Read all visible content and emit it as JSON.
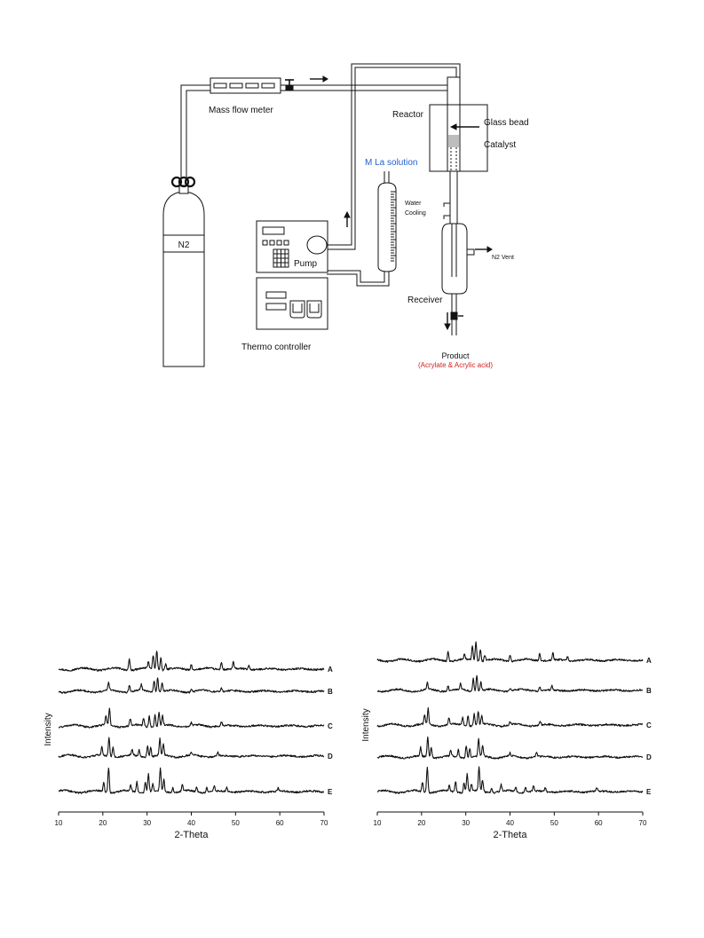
{
  "diagram": {
    "labels": {
      "mass_flow_meter": "Mass flow meter",
      "reactor": "Reactor",
      "glass_bead": "Glass bead",
      "catalyst": "Catalyst",
      "solution": "M La solution",
      "water_cooling_1": "Water",
      "water_cooling_2": "Cooling",
      "n2_vent": "N2 Vent",
      "n2": "N2",
      "pump": "Pump",
      "receiver": "Receiver",
      "thermo_controller": "Thermo controller",
      "product": "Product",
      "product_detail": "(Acrylate & Acrylic acid)"
    },
    "colors": {
      "solution": "#1f5fd0",
      "product_detail": "#d42020"
    }
  },
  "chart_data": [
    {
      "type": "line",
      "xlabel": "2-Theta",
      "ylabel": "Intensity",
      "xlim": [
        10,
        70
      ],
      "xticks": [
        10,
        20,
        30,
        40,
        50,
        60,
        70
      ],
      "series": [
        {
          "name": "A",
          "peaks": [
            [
              26,
              0.55
            ],
            [
              30.3,
              0.35
            ],
            [
              31.4,
              0.7
            ],
            [
              32.2,
              1.0
            ],
            [
              33.1,
              0.65
            ],
            [
              34.2,
              0.3
            ],
            [
              40,
              0.3
            ],
            [
              46.8,
              0.4
            ],
            [
              49.5,
              0.35
            ],
            [
              53,
              0.2
            ]
          ]
        },
        {
          "name": "B",
          "peaks": [
            [
              21.3,
              0.4
            ],
            [
              26,
              0.35
            ],
            [
              28.7,
              0.3
            ],
            [
              31.6,
              0.6
            ],
            [
              32.4,
              0.75
            ],
            [
              33.4,
              0.45
            ],
            [
              40,
              0.15
            ],
            [
              46.8,
              0.2
            ]
          ]
        },
        {
          "name": "C",
          "peaks": [
            [
              20.7,
              0.5
            ],
            [
              21.5,
              0.85
            ],
            [
              26.2,
              0.35
            ],
            [
              29.2,
              0.4
            ],
            [
              30.5,
              0.55
            ],
            [
              31.8,
              0.6
            ],
            [
              32.7,
              0.7
            ],
            [
              33.5,
              0.5
            ],
            [
              40,
              0.15
            ],
            [
              46.8,
              0.2
            ]
          ]
        },
        {
          "name": "D",
          "peaks": [
            [
              19.8,
              0.4
            ],
            [
              21.4,
              1.0
            ],
            [
              22.3,
              0.5
            ],
            [
              26.6,
              0.3
            ],
            [
              28.2,
              0.35
            ],
            [
              30.1,
              0.6
            ],
            [
              30.8,
              0.5
            ],
            [
              32.9,
              0.85
            ],
            [
              33.7,
              0.55
            ],
            [
              40,
              0.15
            ],
            [
              46,
              0.2
            ]
          ]
        },
        {
          "name": "E",
          "peaks": [
            [
              20.2,
              0.5
            ],
            [
              21.3,
              1.3
            ],
            [
              26.3,
              0.3
            ],
            [
              27.7,
              0.55
            ],
            [
              29.6,
              0.5
            ],
            [
              30.3,
              0.9
            ],
            [
              31.3,
              0.35
            ],
            [
              33,
              1.15
            ],
            [
              33.8,
              0.6
            ],
            [
              35.8,
              0.25
            ],
            [
              38,
              0.35
            ],
            [
              41.2,
              0.25
            ],
            [
              43.5,
              0.25
            ],
            [
              45.2,
              0.3
            ],
            [
              48,
              0.2
            ],
            [
              59.6,
              0.15
            ]
          ]
        }
      ]
    },
    {
      "type": "line",
      "xlabel": "2-Theta",
      "ylabel": "Intensity",
      "xlim": [
        10,
        70
      ],
      "xticks": [
        10,
        20,
        30,
        40,
        50,
        60,
        70
      ],
      "series": [
        {
          "name": "A",
          "peaks": [
            [
              26,
              0.5
            ],
            [
              29.7,
              0.3
            ],
            [
              31.5,
              0.75
            ],
            [
              32.3,
              1.0
            ],
            [
              33.3,
              0.6
            ],
            [
              34.3,
              0.3
            ],
            [
              40,
              0.3
            ],
            [
              46.7,
              0.35
            ],
            [
              49.7,
              0.35
            ],
            [
              53,
              0.2
            ]
          ]
        },
        {
          "name": "B",
          "peaks": [
            [
              21.3,
              0.35
            ],
            [
              26,
              0.3
            ],
            [
              28.8,
              0.3
            ],
            [
              31.7,
              0.7
            ],
            [
              32.5,
              0.85
            ],
            [
              33.4,
              0.45
            ],
            [
              40,
              0.15
            ],
            [
              46.7,
              0.2
            ],
            [
              49.5,
              0.2
            ]
          ]
        },
        {
          "name": "C",
          "peaks": [
            [
              20.7,
              0.5
            ],
            [
              21.5,
              0.8
            ],
            [
              26.2,
              0.35
            ],
            [
              29.3,
              0.4
            ],
            [
              30.5,
              0.55
            ],
            [
              31.9,
              0.6
            ],
            [
              32.8,
              0.7
            ],
            [
              33.6,
              0.45
            ],
            [
              40,
              0.15
            ],
            [
              46.8,
              0.2
            ]
          ]
        },
        {
          "name": "D",
          "peaks": [
            [
              19.8,
              0.45
            ],
            [
              21.4,
              1.05
            ],
            [
              22.2,
              0.55
            ],
            [
              26.6,
              0.3
            ],
            [
              28.3,
              0.4
            ],
            [
              30.1,
              0.65
            ],
            [
              30.9,
              0.5
            ],
            [
              32.9,
              0.9
            ],
            [
              33.8,
              0.55
            ],
            [
              40,
              0.15
            ],
            [
              46,
              0.2
            ]
          ]
        },
        {
          "name": "E",
          "peaks": [
            [
              20.2,
              0.5
            ],
            [
              21.3,
              1.35
            ],
            [
              26.3,
              0.3
            ],
            [
              27.7,
              0.55
            ],
            [
              29.6,
              0.5
            ],
            [
              30.3,
              0.95
            ],
            [
              31.3,
              0.35
            ],
            [
              33,
              1.2
            ],
            [
              33.8,
              0.6
            ],
            [
              35.8,
              0.25
            ],
            [
              38,
              0.35
            ],
            [
              41.3,
              0.25
            ],
            [
              43.5,
              0.25
            ],
            [
              45.3,
              0.3
            ],
            [
              48,
              0.2
            ],
            [
              59.6,
              0.15
            ]
          ]
        }
      ]
    }
  ]
}
